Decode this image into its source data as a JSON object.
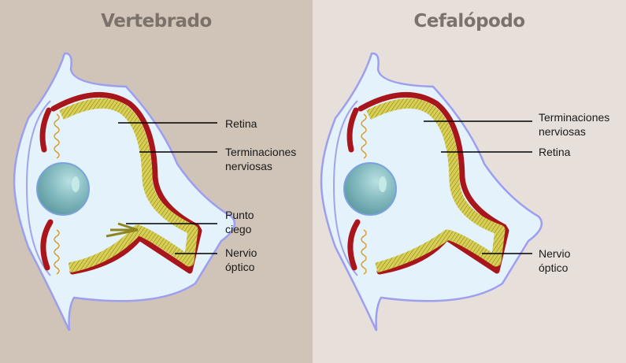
{
  "panels": [
    {
      "title": "Vertebrado",
      "labels": {
        "retina": "Retina",
        "nerve_endings_1": "Terminaciones",
        "nerve_endings_2": "nerviosas",
        "blind_spot_1": "Punto",
        "blind_spot_2": "ciego",
        "optic_nerve_1": "Nervio",
        "optic_nerve_2": "óptico"
      }
    },
    {
      "title": "Cefalópodo",
      "labels": {
        "nerve_endings_1": "Terminaciones",
        "nerve_endings_2": "nerviosas",
        "retina": "Retina",
        "optic_nerve_1": "Nervio",
        "optic_nerve_2": "óptico"
      }
    }
  ],
  "colors": {
    "left_background": "#d0c3b8",
    "right_background": "#e7dfda",
    "eyeball": "#e3f2fb",
    "eyeball_outline": "#9e9ef0",
    "sclera": "#a8161b",
    "retina_fibers": "#c4b63c",
    "lens": "#82b8bd"
  }
}
